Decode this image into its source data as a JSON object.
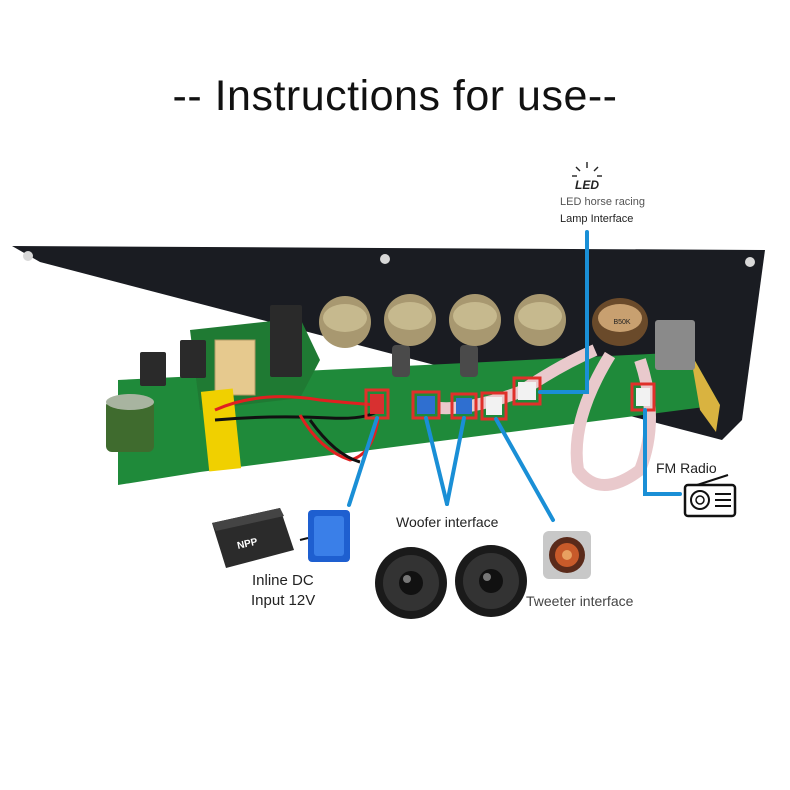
{
  "title": "-- Instructions for use--",
  "led": {
    "icon_text": "LED",
    "label_line1": "LED horse racing",
    "label_line2": "Lamp Interface"
  },
  "fm": {
    "label": "FM Radio",
    "icon": "radio-icon"
  },
  "woofer": {
    "label": "Woofer interface"
  },
  "tweeter": {
    "label": "Tweeter interface"
  },
  "dc": {
    "label_line1": "Inline DC",
    "label_line2": "Input 12V"
  },
  "battery": {
    "brand": "NPP",
    "icon": "battery-icon"
  },
  "board": {
    "pot_marking": "B50K"
  },
  "colors": {
    "callout_line": "#1a8fd6",
    "connector_highlight": "#e0302a",
    "pcb_green": "#1f8a3a",
    "plate_black": "#1a1c22",
    "ribbon_cable": "#e9c9cc"
  }
}
